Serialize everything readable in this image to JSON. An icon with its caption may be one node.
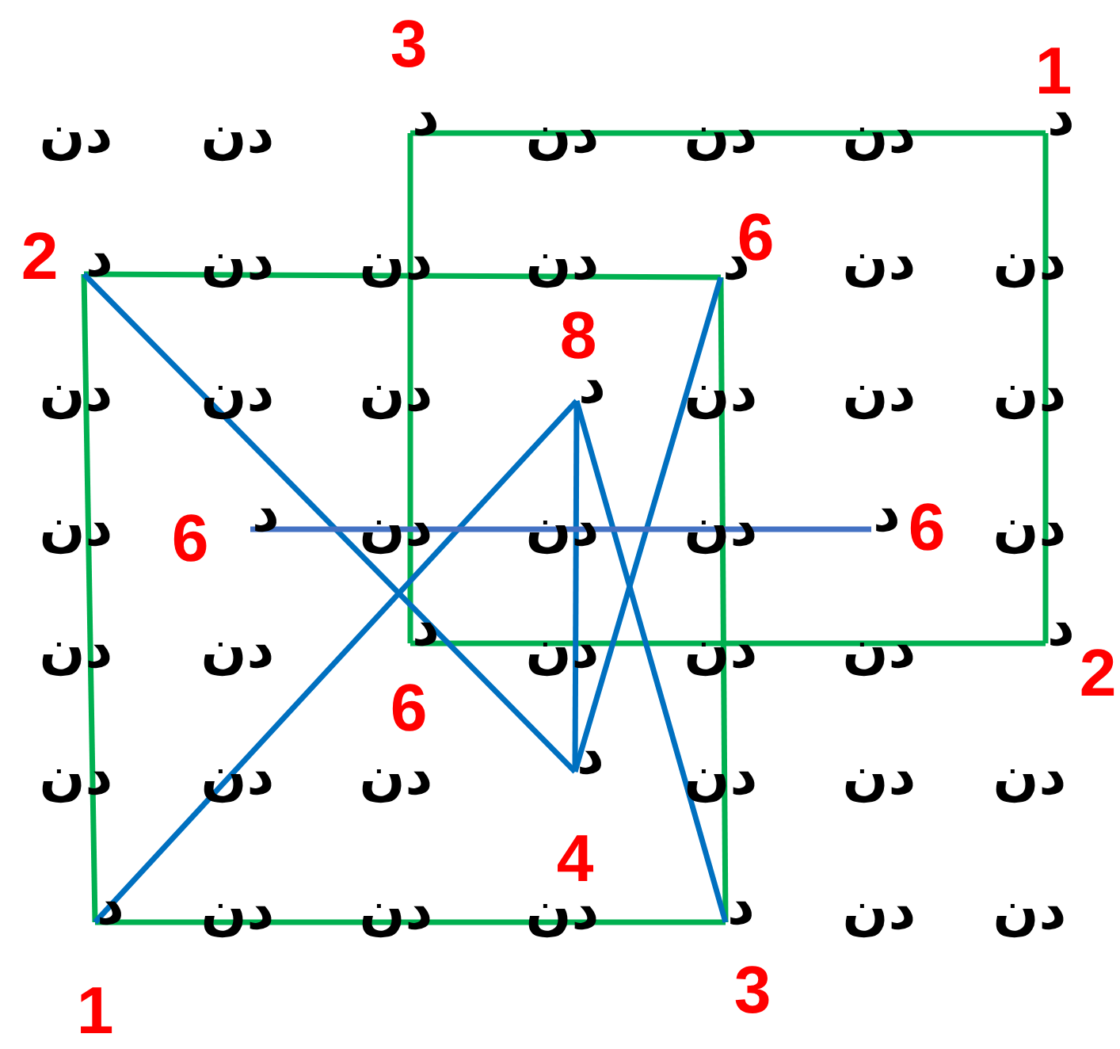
{
  "diagram": {
    "nodes": [
      {
        "text": [
          "د"
        ],
        "beside": [
          "3"
        ]
      },
      {
        "text": [
          "د"
        ],
        "beside": [
          "1"
        ]
      },
      {
        "text": [
          "د"
        ],
        "beside": [
          "2"
        ]
      },
      {
        "text": [
          "د"
        ],
        "beside": [
          "6"
        ]
      },
      {
        "text": [
          "د"
        ],
        "beside": [
          "8"
        ]
      },
      {
        "text": [
          "د"
        ],
        "beside": [
          "6"
        ]
      },
      {
        "text": [
          "د"
        ],
        "beside": [
          "6"
        ]
      },
      {
        "text": [
          "د"
        ],
        "beside": [
          "6"
        ]
      },
      {
        "text": [
          "د"
        ],
        "beside": [
          "2"
        ]
      },
      {
        "text": [
          "د"
        ],
        "beside": [
          "4"
        ]
      },
      {
        "text": [
          "د"
        ],
        "beside": [
          "1"
        ]
      },
      {
        "text": [
          "د"
        ],
        "beside": [
          "3"
        ]
      }
    ],
    "edges": [
      {
        "from": 0,
        "to": 1,
        "arrow": "none"
      },
      {
        "from": 1,
        "to": 8,
        "arrow": "none"
      },
      {
        "from": 8,
        "to": 7,
        "arrow": "none"
      },
      {
        "from": 7,
        "to": 0,
        "arrow": "none"
      },
      {
        "from": 2,
        "to": 3,
        "arrow": "none"
      },
      {
        "from": 3,
        "to": 11,
        "arrow": "none"
      },
      {
        "from": 11,
        "to": 10,
        "arrow": "none"
      },
      {
        "from": 10,
        "to": 2,
        "arrow": "none"
      },
      {
        "from": 2,
        "to": 9,
        "arrow": "none",
        "color": "#0070c0"
      },
      {
        "from": 10,
        "to": 4,
        "arrow": "none",
        "color": "#0070c0"
      },
      {
        "from": 4,
        "to": 9,
        "arrow": "none",
        "color": "#0070c0"
      },
      {
        "from": 4,
        "to": 11,
        "arrow": "none",
        "color": "#0070c0"
      },
      {
        "from": 9,
        "to": 3,
        "arrow": "none",
        "color": "#0070c0"
      },
      {
        "from": 5,
        "to": 6,
        "arrow": "none",
        "color": "#4472c4"
      }
    ],
    "labels": [
      "دن",
      "دن",
      "دن",
      "دن",
      "دن",
      "دن",
      "دن",
      "دن",
      "دن",
      "دن",
      "دن",
      "دن",
      "دن",
      "دن",
      "دن",
      "دن",
      "دن",
      "دن",
      "دن",
      "دن",
      "دن",
      "دن",
      "دن",
      "دن",
      "دن",
      "دن",
      "دن",
      "دن",
      "دن",
      "دن",
      "دن",
      "دن",
      "دن",
      "دن",
      "دن",
      "دن",
      "دن"
    ]
  }
}
